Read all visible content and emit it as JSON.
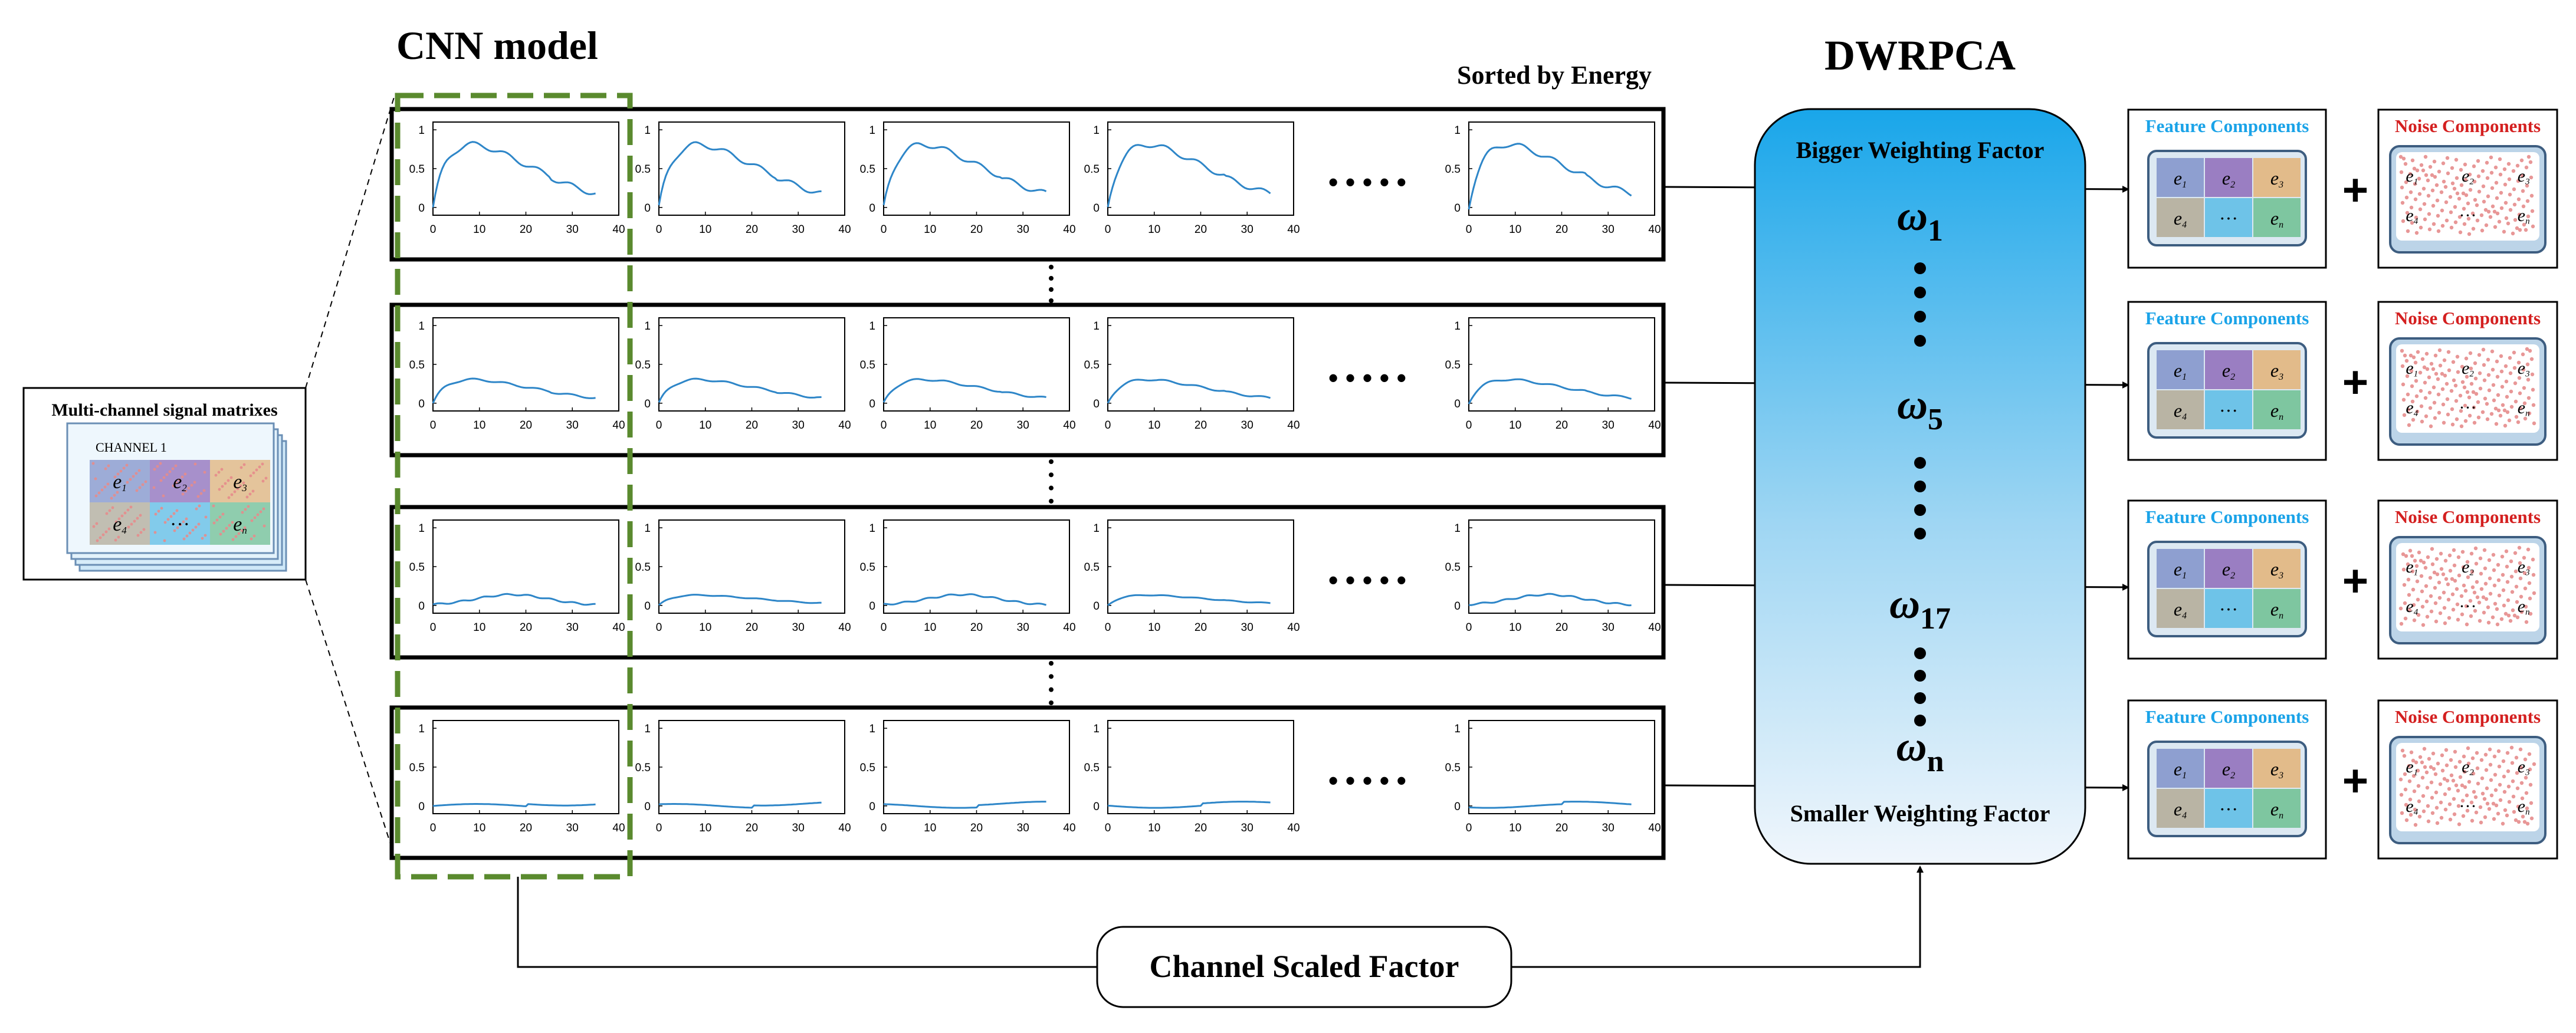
{
  "headings": {
    "cnn": "CNN model",
    "sorted": "Sorted by Energy",
    "dwrpca": "DWRPCA"
  },
  "input": {
    "title": "Multi-channel signal matrixes",
    "channel_label": "CHANNEL 1",
    "cells": [
      "e1",
      "e2",
      "e3",
      "e4",
      "···",
      "en"
    ]
  },
  "plot_axes": {
    "x_ticks": [
      "0",
      "10",
      "20",
      "30",
      "40"
    ],
    "y_ticks": [
      "0",
      "0.5",
      "1"
    ],
    "x_range": [
      0,
      40
    ],
    "y_range": [
      -0.1,
      1.1
    ]
  },
  "ellipsis": "• • • • •",
  "rows": [
    {
      "level": "high",
      "weight_base": "ω",
      "weight_sub": "1"
    },
    {
      "level": "mid",
      "weight_base": "ω",
      "weight_sub": "5"
    },
    {
      "level": "low",
      "weight_base": "ω",
      "weight_sub": "17"
    },
    {
      "level": "very-low",
      "weight_base": "ω",
      "weight_sub": "n"
    }
  ],
  "dwrpca_panel": {
    "top_label": "Bigger Weighting Factor",
    "bottom_label": "Smaller Weighting Factor"
  },
  "outputs": {
    "feature_title": "Feature Components",
    "noise_title": "Noise Components",
    "plus": "+",
    "feature_cells": [
      "e1",
      "e2",
      "e3",
      "e4",
      "···",
      "en"
    ],
    "noise_labels": [
      "e1",
      "e2",
      "e3",
      "e4",
      "···",
      "en"
    ]
  },
  "bottom": {
    "label": "Channel Scaled Factor"
  },
  "colors": {
    "curve": "#2e86c8",
    "dashed_box": "#5a8a2e",
    "feature_title": "#1aa3e8",
    "noise_title": "#d42020",
    "dwrpca_top": "#19a6ea",
    "dwrpca_bottom": "#f0f6fc",
    "noise_dot": "#e58c8c",
    "cells": [
      "#8e9fd0",
      "#9a7ec2",
      "#e2bb8a",
      "#b9b4a4",
      "#6ec3e8",
      "#7ec6a0"
    ]
  }
}
